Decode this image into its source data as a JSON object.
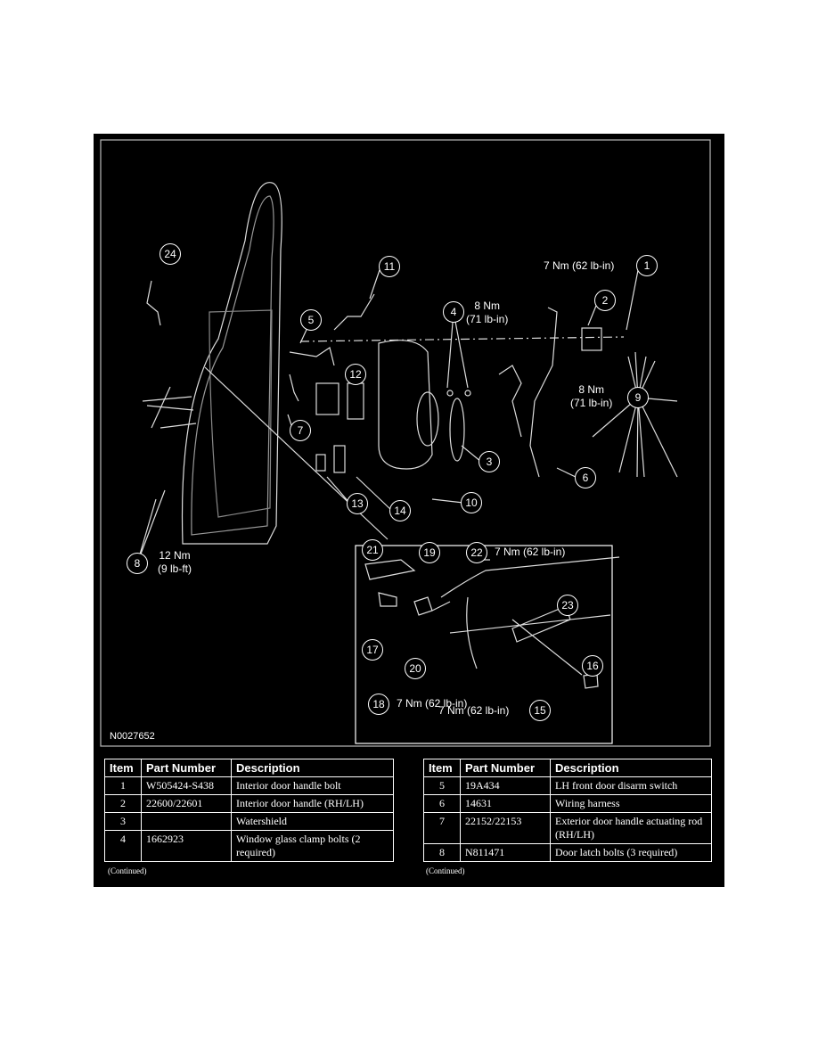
{
  "figure": {
    "id": "N0027652",
    "callouts": [
      "1",
      "2",
      "3",
      "4",
      "5",
      "6",
      "7",
      "8",
      "9",
      "10",
      "11",
      "12",
      "13",
      "14",
      "15",
      "16",
      "17",
      "18",
      "19",
      "20",
      "21",
      "22",
      "23",
      "24"
    ],
    "torques": {
      "item1": "7 Nm (62 lb-in)",
      "item4_line1": "8 Nm",
      "item4_line2": "(71 lb-in)",
      "item9_line1": "8 Nm",
      "item9_line2": "(71 lb-in)",
      "item8_line1": "12 Nm",
      "item8_line2": "(9 lb-ft)",
      "item22": "7 Nm (62 lb-in)",
      "item18": "7 Nm (62 lb-in)",
      "item15": "7 Nm (62 lb-in)"
    }
  },
  "tables": [
    {
      "headers": [
        "Item",
        "Part Number",
        "Description"
      ],
      "rows": [
        [
          "1",
          "W505424-S438",
          "Interior door handle bolt"
        ],
        [
          "2",
          "22600/22601",
          "Interior door handle (RH/LH)"
        ],
        [
          "3",
          "",
          "Watershield"
        ],
        [
          "4",
          "1662923",
          "Window glass clamp bolts (2 required)"
        ]
      ],
      "footer": "(Continued)"
    },
    {
      "headers": [
        "Item",
        "Part Number",
        "Description"
      ],
      "rows": [
        [
          "5",
          "19A434",
          "LH front door disarm switch"
        ],
        [
          "6",
          "14631",
          "Wiring harness"
        ],
        [
          "7",
          "22152/22153",
          "Exterior door handle actuating rod (RH/LH)"
        ],
        [
          "8",
          "N811471",
          "Door latch bolts (3 required)"
        ]
      ],
      "footer": "(Continued)"
    }
  ]
}
